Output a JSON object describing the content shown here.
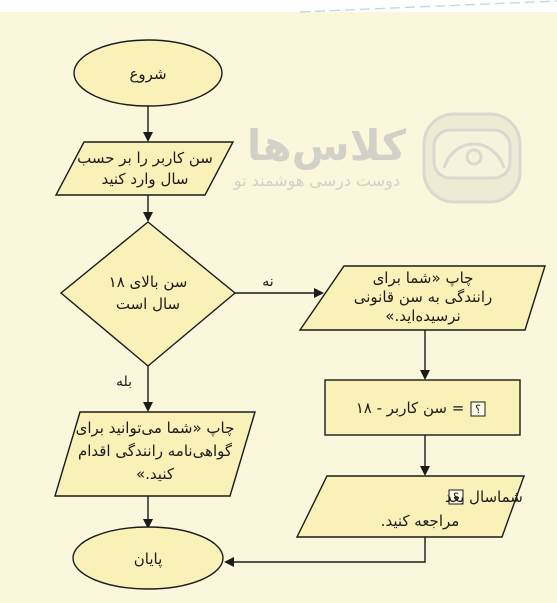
{
  "flowchart": {
    "start": "شروع",
    "input": [
      "سن کاربر را بر حسب",
      "سال وارد کنید"
    ],
    "decision": [
      "سن بالای ۱۸",
      "سال است"
    ],
    "yes_label": "بله",
    "no_label": "نه",
    "print_yes": [
      "چاپ «شما می‌توانید برای",
      "گواهی‌نامه رانندگی اقدام",
      "کنید.»"
    ],
    "print_no": [
      "چاپ «شما برای",
      "رانندگی به سن قانونی",
      "نرسیده‌اید.»"
    ],
    "assign": "= سن کاربر - ۱۸",
    "print_result_1": "سال بعد",
    "print_result_pre": "شما",
    "print_result_2": "مراجعه کنید.",
    "placeholder_q": "؟",
    "end": "پایان"
  },
  "watermark": {
    "brand": "کلاس‌ها",
    "tagline": "دوست درسی هوشمند تو"
  },
  "colors": {
    "background": "#fbf7dc",
    "shape_fill": "#faf1b8",
    "stroke": "#1b1b1b",
    "watermark": "#bdbdbd"
  }
}
